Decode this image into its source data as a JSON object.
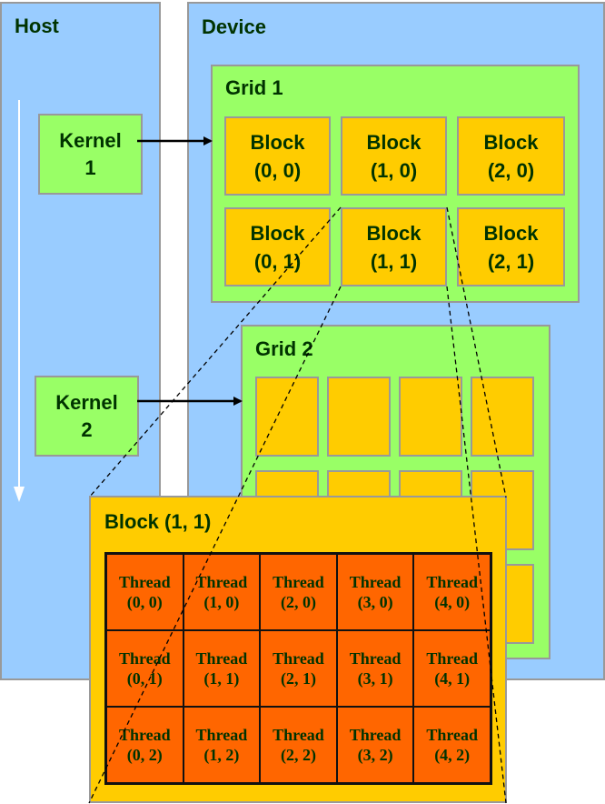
{
  "host": {
    "title": "Host"
  },
  "device": {
    "title": "Device"
  },
  "kernel1": {
    "line1": "Kernel",
    "line2": "1"
  },
  "kernel2": {
    "line1": "Kernel",
    "line2": "2"
  },
  "grid1": {
    "title": "Grid 1",
    "blocks": [
      {
        "label": "Block",
        "coord": "(0, 0)"
      },
      {
        "label": "Block",
        "coord": "(1, 0)"
      },
      {
        "label": "Block",
        "coord": "(2, 0)"
      },
      {
        "label": "Block",
        "coord": "(0, 1)"
      },
      {
        "label": "Block",
        "coord": "(1, 1)"
      },
      {
        "label": "Block",
        "coord": "(2, 1)"
      }
    ]
  },
  "grid2": {
    "title": "Grid 2"
  },
  "block_detail": {
    "title": "Block (1, 1)",
    "threads": [
      {
        "label": "Thread",
        "coord": "(0, 0)"
      },
      {
        "label": "Thread",
        "coord": "(1, 0)"
      },
      {
        "label": "Thread",
        "coord": "(2, 0)"
      },
      {
        "label": "Thread",
        "coord": "(3, 0)"
      },
      {
        "label": "Thread",
        "coord": "(4, 0)"
      },
      {
        "label": "Thread",
        "coord": "(0, 1)"
      },
      {
        "label": "Thread",
        "coord": "(1, 1)"
      },
      {
        "label": "Thread",
        "coord": "(2, 1)"
      },
      {
        "label": "Thread",
        "coord": "(3, 1)"
      },
      {
        "label": "Thread",
        "coord": "(4, 1)"
      },
      {
        "label": "Thread",
        "coord": "(0, 2)"
      },
      {
        "label": "Thread",
        "coord": "(1, 2)"
      },
      {
        "label": "Thread",
        "coord": "(2, 2)"
      },
      {
        "label": "Thread",
        "coord": "(3, 2)"
      },
      {
        "label": "Thread",
        "coord": "(4, 2)"
      }
    ]
  },
  "colors": {
    "panel": "#99ccff",
    "grid": "#99ff66",
    "block": "#ffcc00",
    "thread": "#ff6600",
    "text": "#003300"
  }
}
